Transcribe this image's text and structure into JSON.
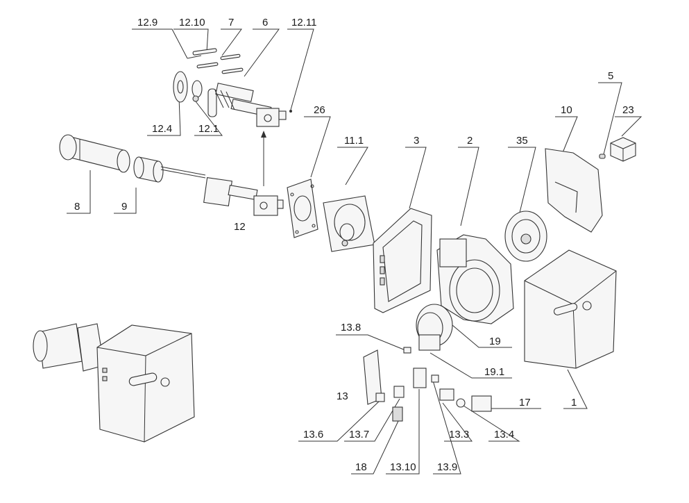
{
  "labels": {
    "p12_9": "12.9",
    "p12_10": "12.10",
    "p7": "7",
    "p6": "6",
    "p12_11": "12.11",
    "p26": "26",
    "p11_1": "11.1",
    "p3": "3",
    "p2": "2",
    "p35": "35",
    "p10": "10",
    "p5": "5",
    "p23": "23",
    "p12_4": "12.4",
    "p12_1": "12.1",
    "p8": "8",
    "p9": "9",
    "p12": "12",
    "p19": "19",
    "p19_1": "19.1",
    "p13_8": "13.8",
    "p13": "13",
    "p17": "17",
    "p1": "1",
    "p13_6": "13.6",
    "p13_7": "13.7",
    "p13_3": "13.3",
    "p13_4": "13.4",
    "p18": "18",
    "p13_10": "13.10",
    "p13_9": "13.9"
  }
}
